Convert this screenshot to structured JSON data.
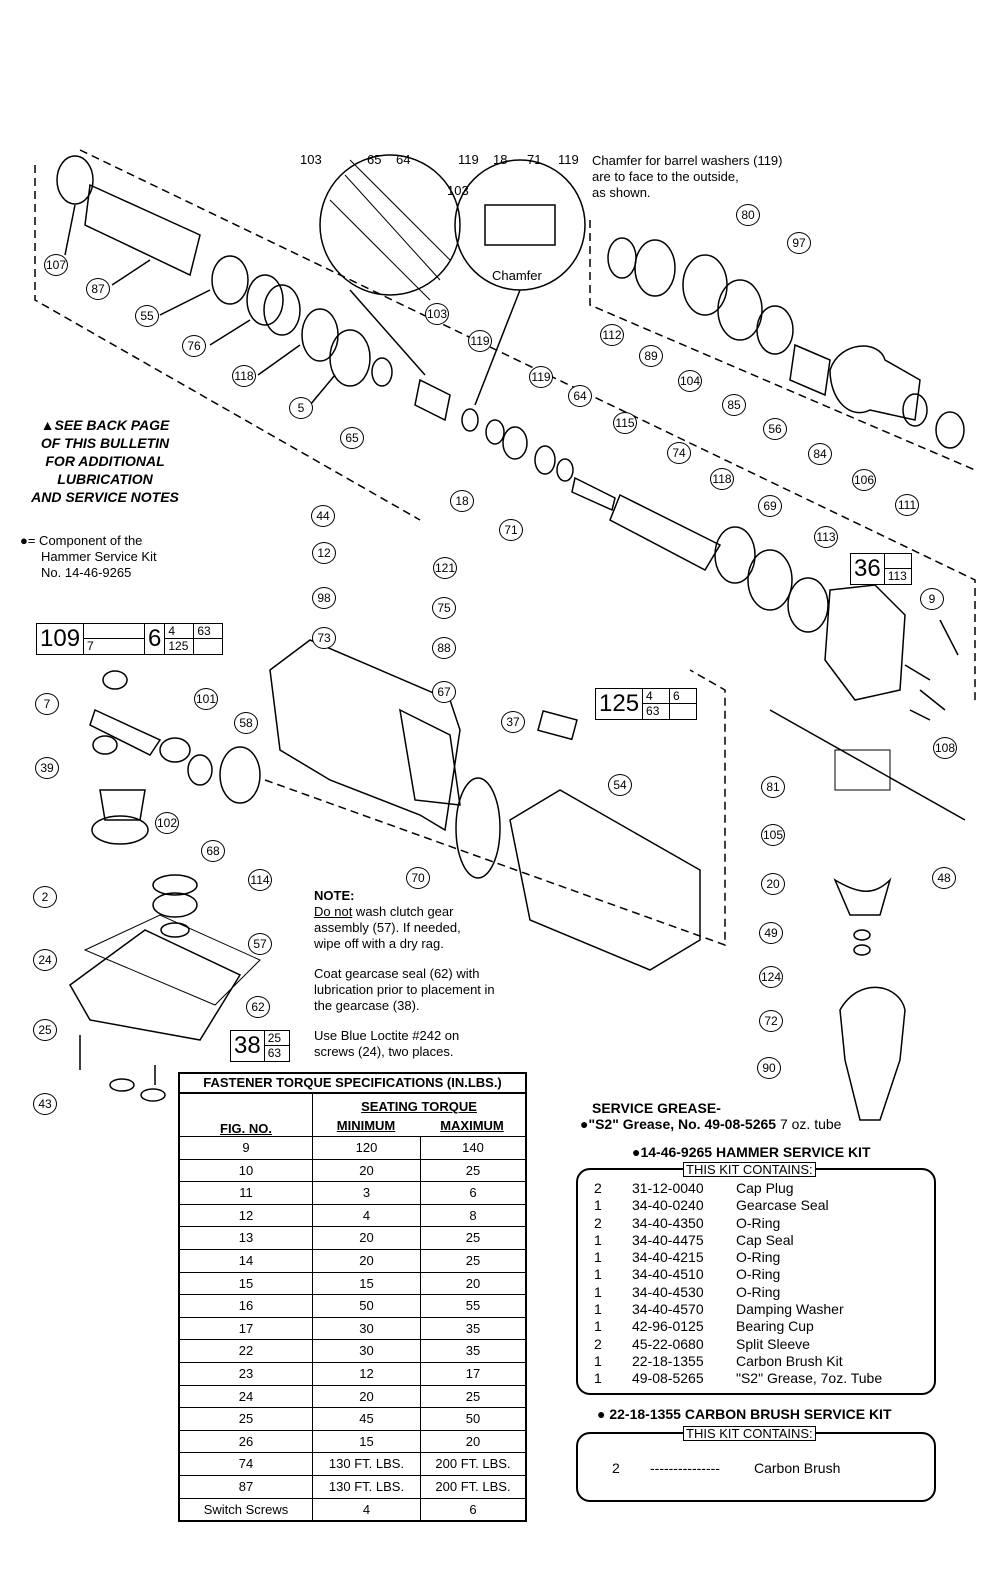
{
  "top_labels": {
    "detail_left": [
      "103",
      "65",
      "64"
    ],
    "detail_right": [
      "119",
      "18",
      "71",
      "119"
    ],
    "detail_right_side": "103",
    "chamfer": "Chamfer"
  },
  "chamfer_note": [
    "Chamfer for barrel washers (119)",
    "are to face to the outside,",
    "as shown."
  ],
  "side_note": [
    "▲SEE BACK PAGE",
    "OF THIS BULLETIN",
    "FOR ADDITIONAL",
    "LUBRICATION",
    "AND SERVICE NOTES"
  ],
  "component_note": [
    "●= Component of the",
    "Hammer Service Kit",
    "No. 14-46-9265"
  ],
  "callouts": [
    "107",
    "87",
    "55",
    "76",
    "118",
    "5",
    "65",
    "103",
    "119",
    "119",
    "64",
    "18",
    "71",
    "115",
    "74",
    "118",
    "69",
    "113",
    "9",
    "112",
    "89",
    "80",
    "97",
    "104",
    "85",
    "56",
    "84",
    "106",
    "111",
    "44",
    "12",
    "121",
    "98",
    "75",
    "73",
    "88",
    "67",
    "101",
    "7",
    "39",
    "58",
    "102",
    "68",
    "37",
    "70",
    "54",
    "108",
    "81",
    "105",
    "20",
    "48",
    "49",
    "124",
    "72",
    "90",
    "2",
    "114",
    "24",
    "57",
    "62",
    "25",
    "43"
  ],
  "box_labels": {
    "b109": {
      "big": "109",
      "cells": [
        "",
        "7"
      ]
    },
    "b6": {
      "big": "6",
      "cells": [
        "4",
        "63",
        "125",
        ""
      ]
    },
    "b36": {
      "big": "36",
      "cells": [
        "",
        "113"
      ]
    },
    "b125": {
      "big": "125",
      "cells": [
        "4",
        "6",
        "63",
        ""
      ]
    },
    "b38": {
      "big": "38",
      "cells": [
        "25",
        "63"
      ]
    }
  },
  "note": {
    "title": "NOTE:",
    "line1_underlined": "Do not",
    "line1_rest": " wash clutch gear",
    "line2": "assembly (57). If needed,",
    "line3": "wipe off with a dry rag.",
    "para2": [
      "Coat gearcase seal (62) with",
      "lubrication prior to placement in",
      "the gearcase (38)."
    ],
    "para3": [
      "Use Blue Loctite #242 on",
      "screws (24), two places."
    ]
  },
  "torque_table": {
    "title": "FASTENER TORQUE SPECIFICATIONS (IN.LBS.)",
    "seating": "SEATING TORQUE",
    "col_fig": "FIG. NO.",
    "col_min": "MINIMUM",
    "col_max": "MAXIMUM",
    "rows": [
      [
        "9",
        "120",
        "140"
      ],
      [
        "10",
        "20",
        "25"
      ],
      [
        "11",
        "3",
        "6"
      ],
      [
        "12",
        "4",
        "8"
      ],
      [
        "13",
        "20",
        "25"
      ],
      [
        "14",
        "20",
        "25"
      ],
      [
        "15",
        "15",
        "20"
      ],
      [
        "16",
        "50",
        "55"
      ],
      [
        "17",
        "30",
        "35"
      ],
      [
        "22",
        "30",
        "35"
      ],
      [
        "23",
        "12",
        "17"
      ],
      [
        "24",
        "20",
        "25"
      ],
      [
        "25",
        "45",
        "50"
      ],
      [
        "26",
        "15",
        "20"
      ],
      [
        "74",
        "130 FT. LBS.",
        "200 FT. LBS."
      ],
      [
        "87",
        "130 FT. LBS.",
        "200 FT. LBS."
      ],
      [
        "Switch Screws",
        "4",
        "6"
      ]
    ]
  },
  "grease": {
    "title": "SERVICE GREASE-",
    "line_bold": "●\"S2\" Grease, No. 49-08-5265",
    "line_rest": "  7 oz. tube"
  },
  "hammer_kit": {
    "title": "●14-46-9265 HAMMER SERVICE KIT",
    "sub": "THIS KIT CONTAINS:",
    "items": [
      [
        "2",
        "31-12-0040",
        "Cap Plug"
      ],
      [
        "1",
        "34-40-0240",
        "Gearcase Seal"
      ],
      [
        "2",
        "34-40-4350",
        "O-Ring"
      ],
      [
        "1",
        "34-40-4475",
        "Cap Seal"
      ],
      [
        "1",
        "34-40-4215",
        "O-Ring"
      ],
      [
        "1",
        "34-40-4510",
        "O-Ring"
      ],
      [
        "1",
        "34-40-4530",
        "O-Ring"
      ],
      [
        "1",
        "34-40-4570",
        "Damping Washer"
      ],
      [
        "1",
        "42-96-0125",
        "Bearing Cup"
      ],
      [
        "2",
        "45-22-0680",
        "Split Sleeve"
      ],
      [
        "1",
        "22-18-1355",
        "Carbon Brush Kit"
      ],
      [
        "1",
        "49-08-5265",
        "\"S2\" Grease, 7oz. Tube"
      ]
    ]
  },
  "brush_kit": {
    "title": "● 22-18-1355 CARBON BRUSH SERVICE KIT",
    "sub": "THIS KIT CONTAINS:",
    "qty": "2",
    "dashes": "---------------",
    "name": "Carbon Brush"
  }
}
